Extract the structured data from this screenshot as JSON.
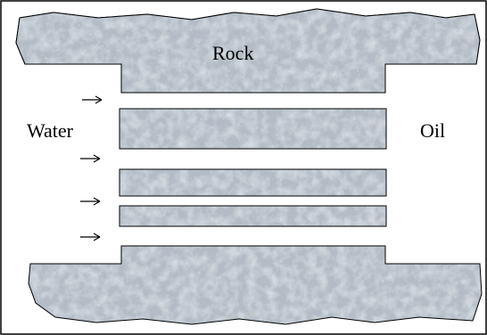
{
  "labels": {
    "rock": "Rock",
    "water": "Water",
    "oil": "Oil"
  },
  "colors": {
    "rock_fill": "#b3bcc6",
    "rock_texture_light": "#dde3ea",
    "rock_texture_dark": "#8f9aa6",
    "outline": "#000000",
    "arrow": "#000000",
    "frame": "#000000"
  }
}
